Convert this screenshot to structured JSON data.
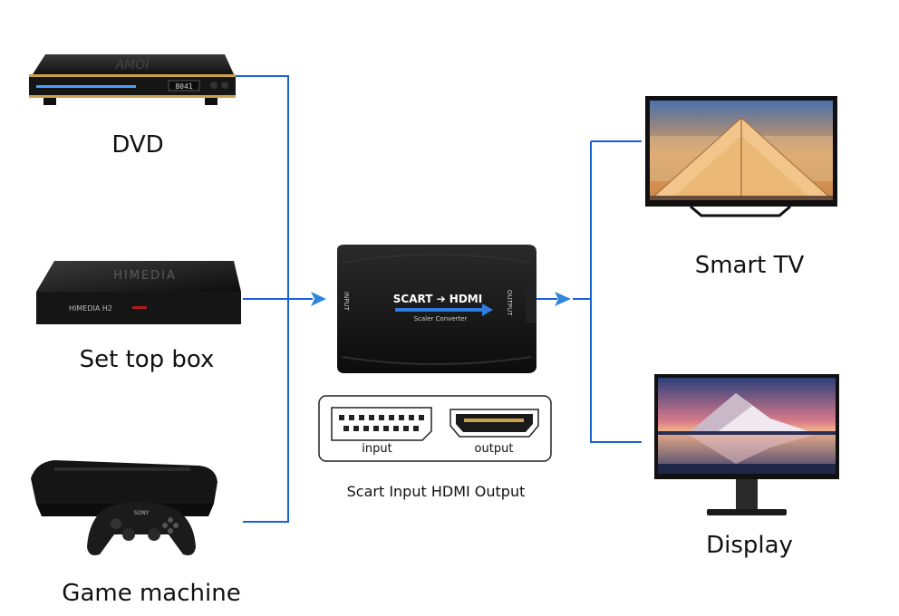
{
  "sources": [
    {
      "name": "DVD",
      "brand": "AMOI",
      "display": "8041"
    },
    {
      "name": "Set top box",
      "brand": "HIMEDIA",
      "model": "HIMEDIA H2"
    },
    {
      "name": "Game machine",
      "brand": "SONY"
    }
  ],
  "converter": {
    "title": "SCART ➔ HDMI",
    "subtitle": "Scaler Converter",
    "input_side": "INPUT",
    "output_side": "OUTPUT"
  },
  "ports": {
    "input": "input",
    "output": "output",
    "caption": "Scart Input HDMI Output"
  },
  "outputs": [
    {
      "name": "Smart TV"
    },
    {
      "name": "Display"
    }
  ],
  "colors": {
    "connector": "#1a5fd6",
    "arrow": "#2f86d8",
    "device": "#1c1c1c",
    "text": "#111111"
  }
}
